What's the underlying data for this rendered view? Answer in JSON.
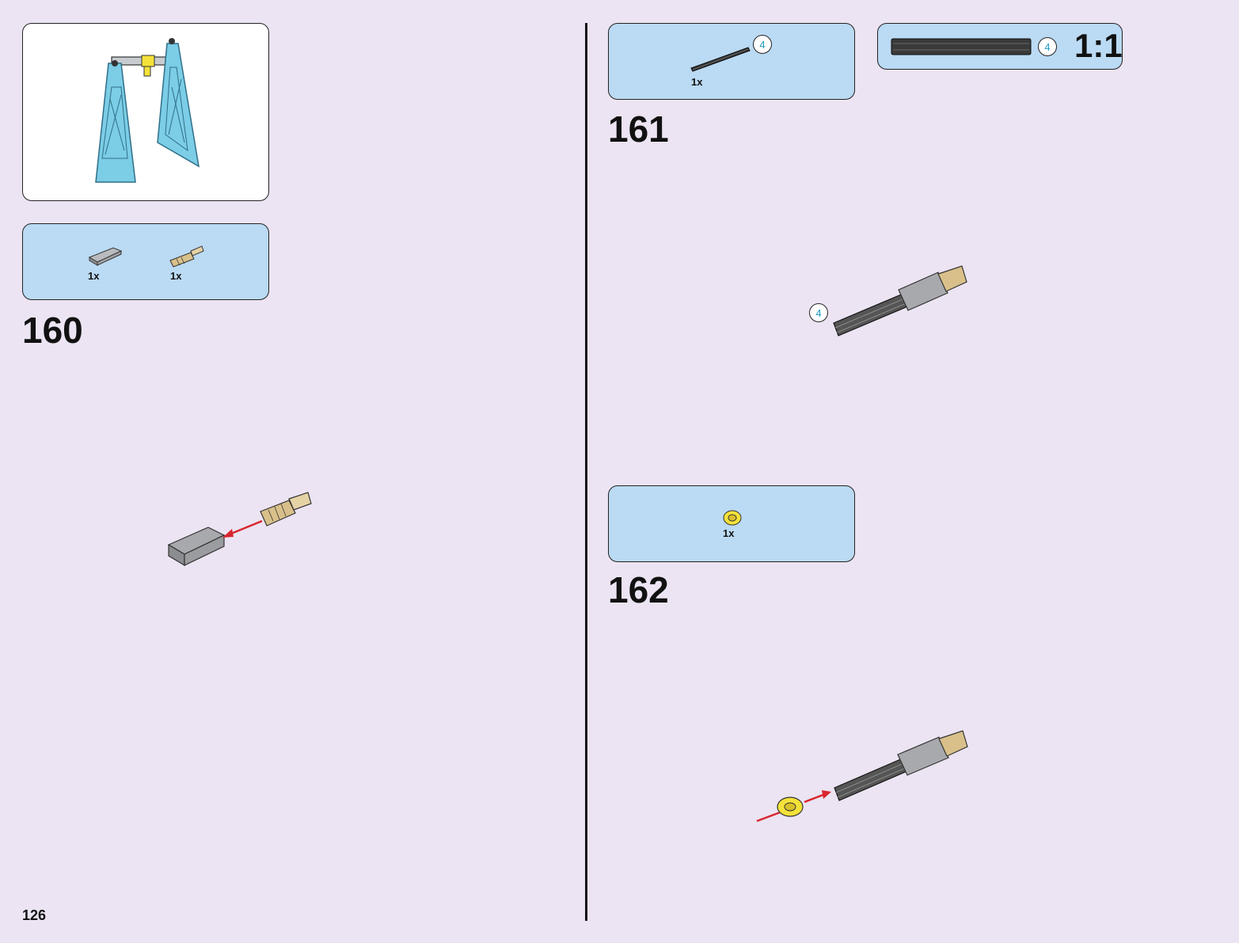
{
  "page": {
    "number": "126",
    "background": "#ece4f2"
  },
  "colors": {
    "callout_blue": "#bbdaf3",
    "arrow_red": "#d9252e",
    "badge_text": "#1e9bc2"
  },
  "left": {
    "result_panel": {
      "icon": "swing-frame-assembly-icon"
    },
    "parts_panel": {
      "parts": [
        {
          "icon": "gray-axle-connector-icon",
          "qty": "1x"
        },
        {
          "icon": "tan-axle-pin-icon",
          "qty": "1x"
        }
      ]
    },
    "step": {
      "number": "160"
    }
  },
  "right": {
    "parts_panel_161": {
      "parts": [
        {
          "icon": "black-axle-icon",
          "qty": "1x",
          "length": "4"
        }
      ]
    },
    "scale_panel": {
      "length": "4",
      "scale": "1:1"
    },
    "step_161": {
      "number": "161",
      "length_badge": "4"
    },
    "parts_panel_162": {
      "parts": [
        {
          "icon": "yellow-bush-icon",
          "qty": "1x"
        }
      ]
    },
    "step_162": {
      "number": "162"
    }
  }
}
